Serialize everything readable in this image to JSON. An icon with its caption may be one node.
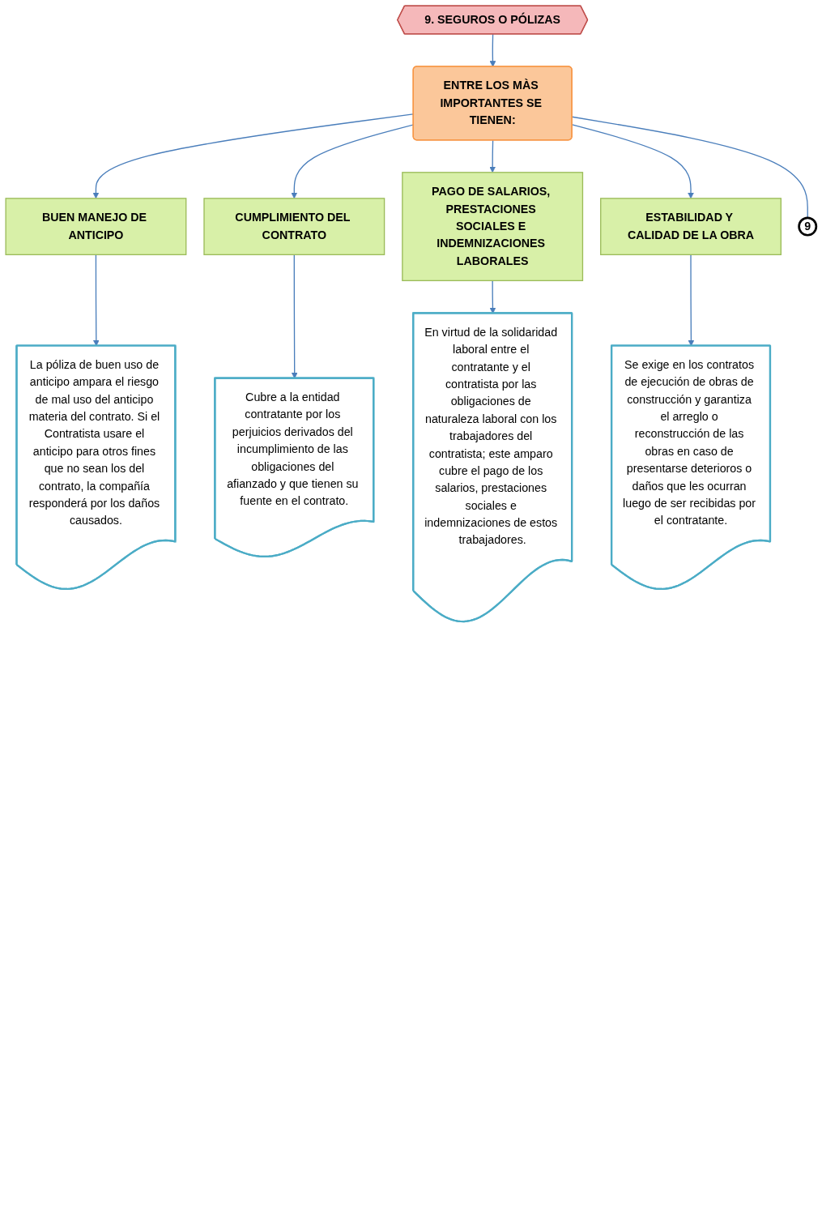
{
  "diagram": {
    "nodes": [
      {
        "text": [
          "9. SEGUROS O PÓLIZAS"
        ]
      },
      {
        "text": [
          "ENTRE LOS MÀS IMPORTANTES SE TIENEN:"
        ]
      },
      {
        "text": [
          "BUEN MANEJO DE ANTICIPO"
        ]
      },
      {
        "text": [
          "La póliza de buen uso de anticipo ampara el riesgo de mal uso del anticipo materia del contrato. Si el Contratista usare el anticipo para otros fines que no sean los del contrato, la compañía responderá por los daños causados."
        ]
      },
      {
        "text": [
          "CUMPLIMIENTO DEL CONTRATO"
        ]
      },
      {
        "text": [
          "Cubre a la entidad contratante por los perjuicios derivados del incumplimiento de las obligaciones del afianzado y que tienen su fuente en el contrato."
        ]
      },
      {
        "text": [
          "PAGO DE SALARIOS, PRESTACIONES SOCIALES E INDEMNIZACIONES LABORALES"
        ]
      },
      {
        "text": [
          "En virtud de la solidaridad laboral entre el contratante y el contratista por las obligaciones de naturaleza laboral con los trabajadores del contratista; este amparo cubre el pago de los salarios, prestaciones sociales e indemnizaciones de estos trabajadores."
        ]
      },
      {
        "text": [
          "ESTABILIDAD Y CALIDAD DE LA OBRA"
        ]
      },
      {
        "text": [
          "Se exige en los contratos de ejecución de obras de construcción y garantiza el arreglo o reconstrucción de las obras en caso de presentarse deterioros o daños que les ocurran luego de ser recibidas por el contratante."
        ]
      },
      {
        "text": [
          "9"
        ]
      }
    ],
    "edges": [
      {
        "from": 0,
        "to": 1,
        "arrow": "to"
      },
      {
        "from": 1,
        "to": 2,
        "arrow": "to"
      },
      {
        "from": 1,
        "to": 4,
        "arrow": "to"
      },
      {
        "from": 1,
        "to": 6,
        "arrow": "to"
      },
      {
        "from": 1,
        "to": 8,
        "arrow": "to"
      },
      {
        "from": 1,
        "to": 10,
        "arrow": "none"
      },
      {
        "from": 2,
        "to": 3,
        "arrow": "to"
      },
      {
        "from": 4,
        "to": 5,
        "arrow": "to"
      },
      {
        "from": 6,
        "to": 7,
        "arrow": "to"
      },
      {
        "from": 8,
        "to": 9,
        "arrow": "to"
      }
    ]
  }
}
